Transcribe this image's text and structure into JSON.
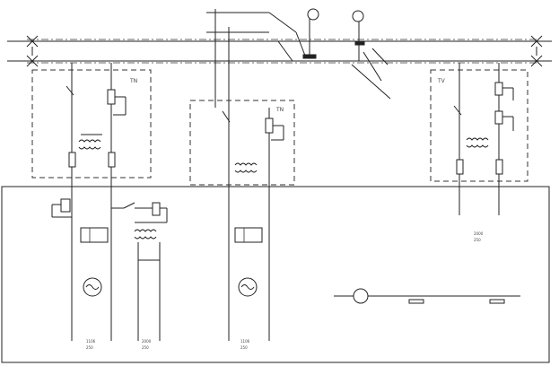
{
  "diagram": {
    "busbar": {
      "left_label": "",
      "right_label": "",
      "middle_label": ""
    },
    "tn_labels": {
      "left": "TN",
      "middle": "TN",
      "right": "TV"
    },
    "left_bay": {
      "breaker_label": "",
      "cable_top": "1106",
      "cable_bottom": "250",
      "cable2_top": "2000",
      "cable2_bottom": "250",
      "meter_label": ""
    },
    "middle_bay": {
      "breaker_label": "",
      "cable_top": "1106",
      "cable_bottom": "250",
      "meter_label": ""
    },
    "right_bay": {
      "cable_top": "2000",
      "cable_bottom": "250"
    },
    "legend": {
      "item1": "",
      "item2": "",
      "item3": ""
    },
    "footer_label": ""
  }
}
